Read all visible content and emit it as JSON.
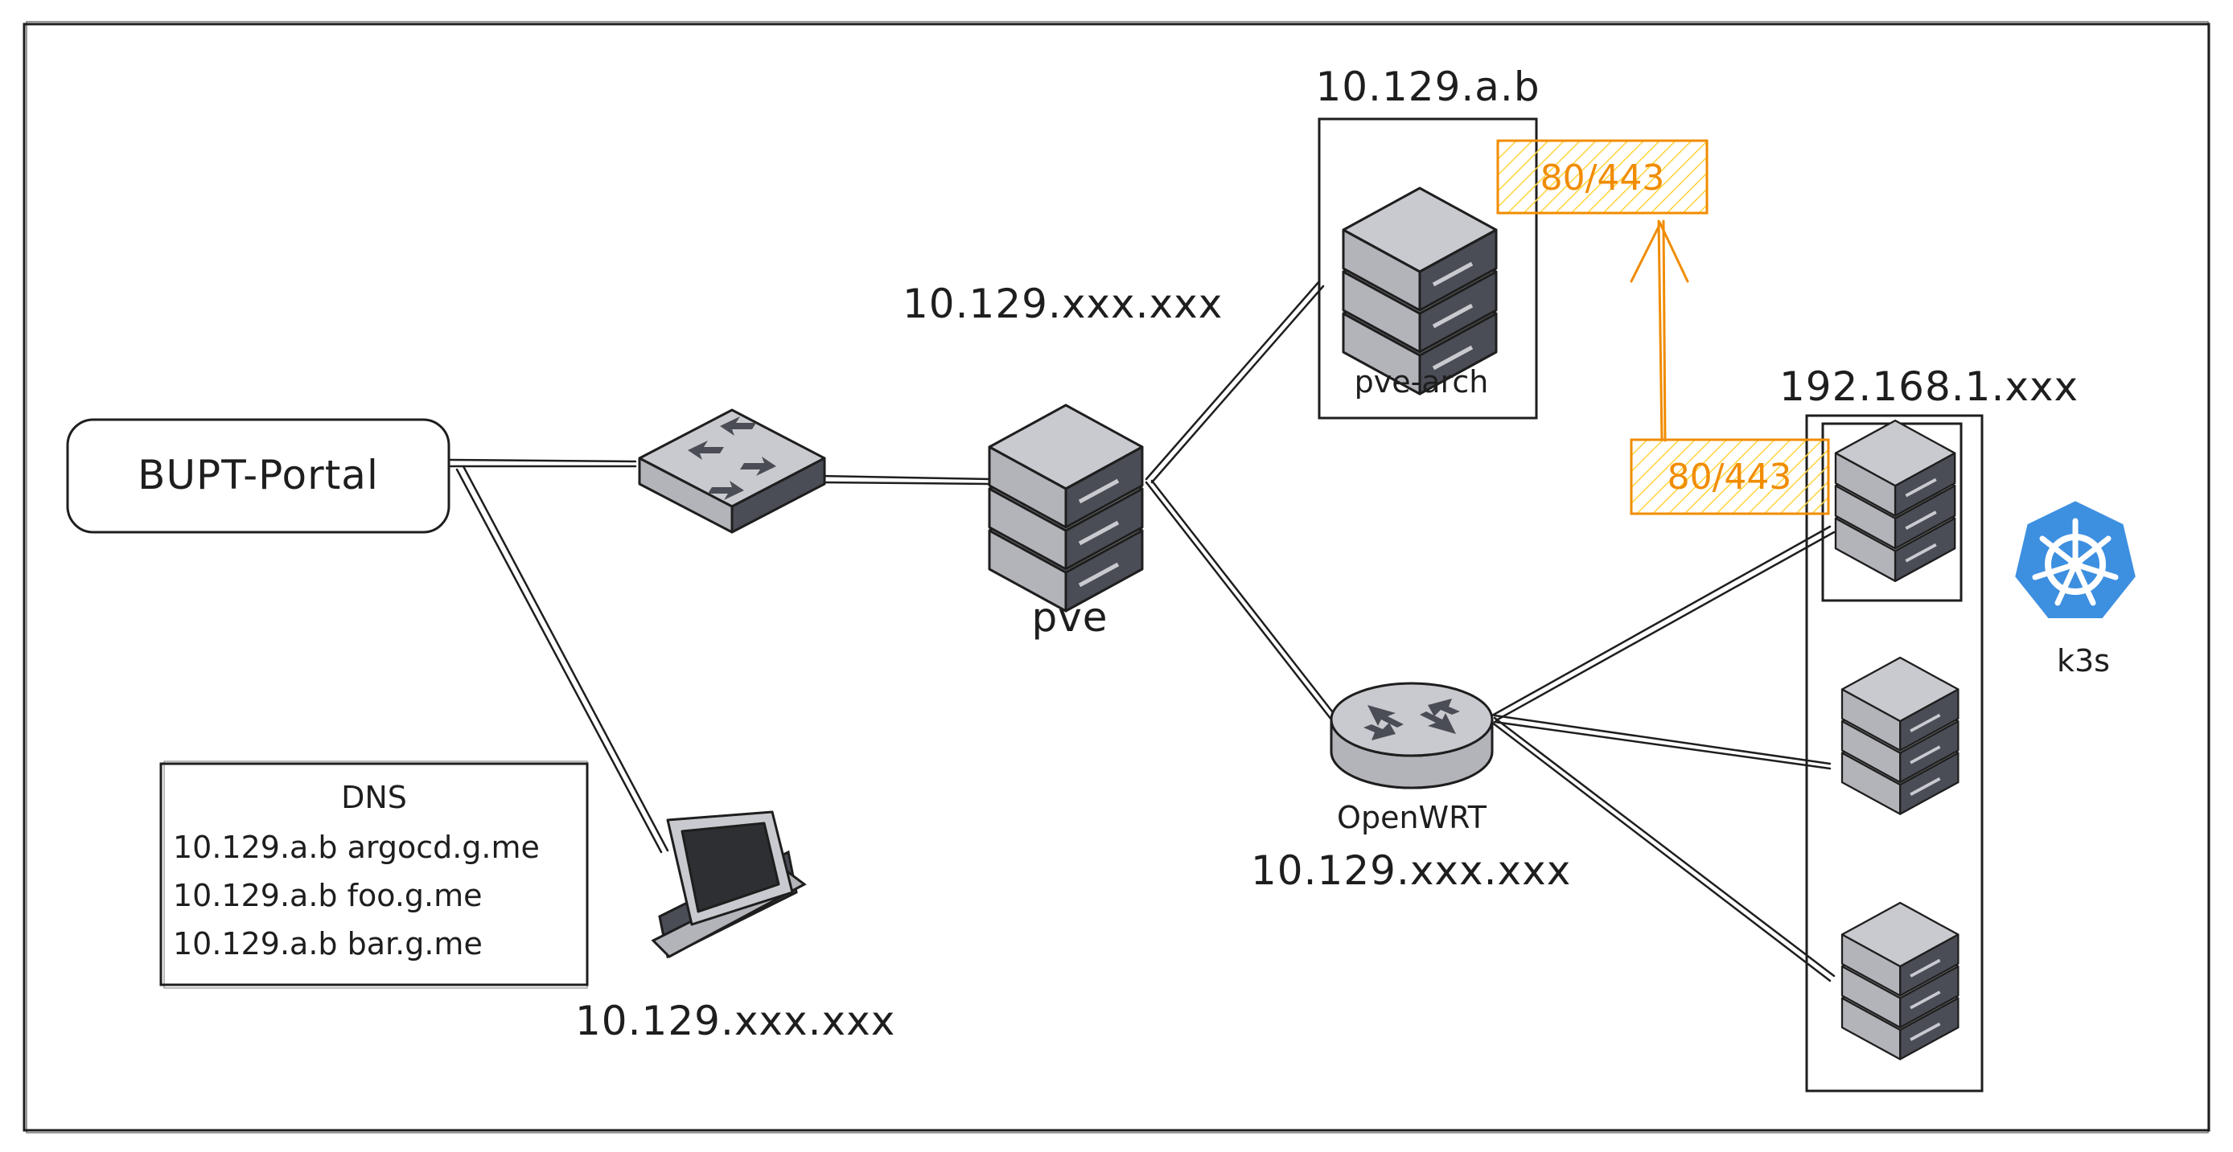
{
  "bupt_portal": {
    "label": "BUPT-Portal"
  },
  "dns": {
    "title": "DNS",
    "records": [
      "10.129.a.b argocd.g.me",
      "10.129.a.b foo.g.me",
      "10.129.a.b bar.g.me"
    ]
  },
  "client": {
    "ip": "10.129.xxx.xxx"
  },
  "pve": {
    "ip": "10.129.xxx.xxx",
    "name": "pve"
  },
  "pve_arch": {
    "ip": "10.129.a.b",
    "name": "pve-arch",
    "port": "80/443"
  },
  "openwrt": {
    "name": "OpenWRT",
    "ip": "10.129.xxx.xxx"
  },
  "k3s_cluster": {
    "subnet": "192.168.1.xxx",
    "port": "80/443",
    "name": "k3s"
  },
  "colors": {
    "stroke": "#1e1e1e",
    "device_fill": "#c9cacf",
    "device_dark": "#4a4d55",
    "accent": "#f08c00",
    "k8s_blue": "#3d8fe0"
  },
  "icons": [
    "switch-icon",
    "server-icon",
    "router-icon",
    "monitor-icon",
    "kubernetes-icon"
  ]
}
